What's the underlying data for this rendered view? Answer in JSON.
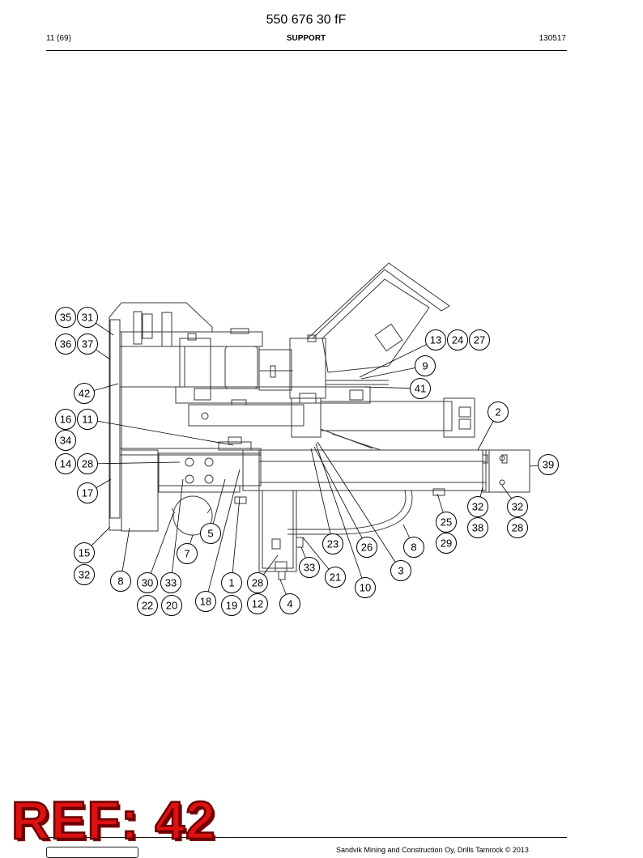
{
  "header": {
    "doc_number": "550 676 30 fF",
    "page": "11 (69)",
    "section": "SUPPORT",
    "date_code": "130517"
  },
  "callouts": [
    "35",
    "31",
    "36",
    "37",
    "42",
    "16",
    "11",
    "34",
    "14",
    "28",
    "17",
    "15",
    "32",
    "8",
    "30",
    "33",
    "22",
    "20",
    "7",
    "5",
    "18",
    "19",
    "1",
    "28",
    "12",
    "4",
    "33",
    "21",
    "23",
    "26",
    "10",
    "3",
    "8",
    "25",
    "29",
    "32",
    "38",
    "32",
    "28",
    "39",
    "2",
    "41",
    "9",
    "13",
    "24",
    "27"
  ],
  "footer": {
    "copyright": "Sandvik Mining and Construction Oy, Drills Tamrock © 2013"
  },
  "stamp": {
    "text": "REF: 42"
  }
}
